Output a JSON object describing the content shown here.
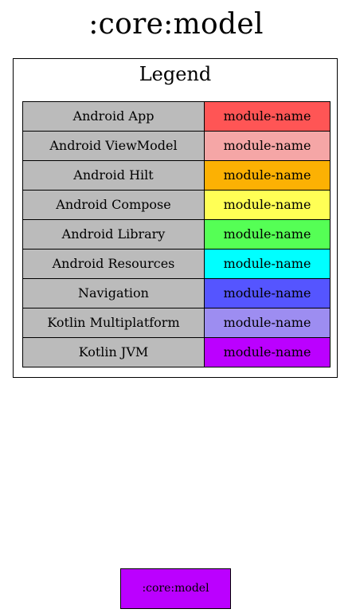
{
  "graph": {
    "title": ":core:model"
  },
  "legend": {
    "title": "Legend",
    "rows": [
      {
        "type": "Android App",
        "sample": "module-name",
        "color": "#ff5555"
      },
      {
        "type": "Android ViewModel",
        "sample": "module-name",
        "color": "#f5a6a6"
      },
      {
        "type": "Android Hilt",
        "sample": "module-name",
        "color": "#fcb103"
      },
      {
        "type": "Android Compose",
        "sample": "module-name",
        "color": "#ffff55"
      },
      {
        "type": "Android Library",
        "sample": "module-name",
        "color": "#55ff55"
      },
      {
        "type": "Android Resources",
        "sample": "module-name",
        "color": "#00ffff"
      },
      {
        "type": "Navigation",
        "sample": "module-name",
        "color": "#5555ff"
      },
      {
        "type": "Kotlin Multiplatform",
        "sample": "module-name",
        "color": "#9d8df1"
      },
      {
        "type": "Kotlin JVM",
        "sample": "module-name",
        "color": "#bb00ff"
      }
    ]
  },
  "nodes": [
    {
      "label": ":core:model",
      "color": "#bb00ff"
    }
  ]
}
